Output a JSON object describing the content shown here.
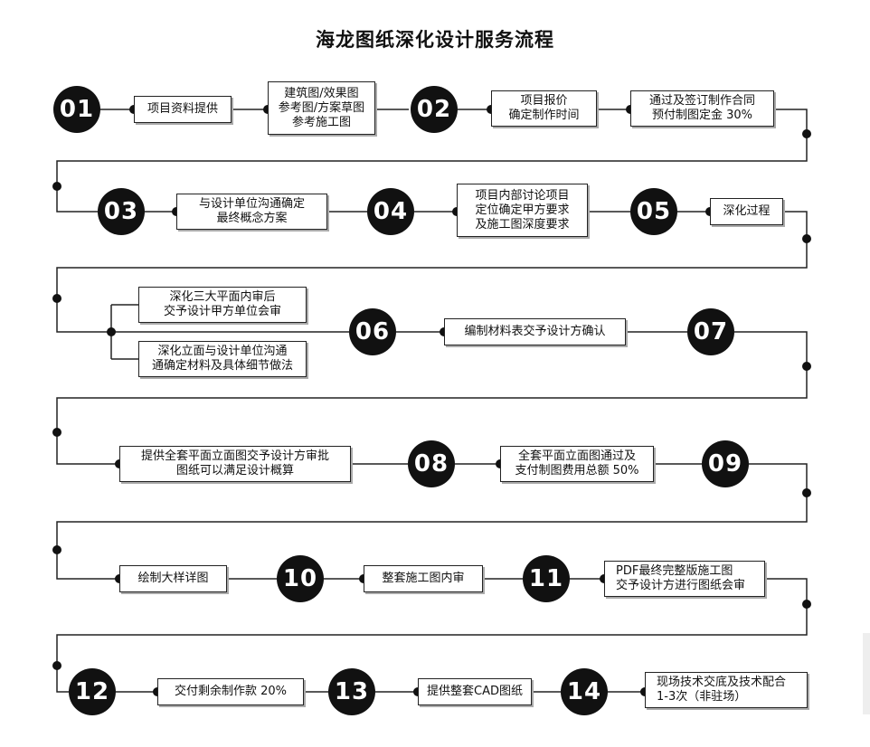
{
  "title": "海龙图纸深化设计服务流程",
  "steps": [
    {
      "num": "01",
      "label": "项目资料提供"
    },
    {
      "num": "",
      "label": "建筑图/效果图\n参考图/方案草图\n参考施工图"
    },
    {
      "num": "02",
      "label": "项目报价\n确定制作时间"
    },
    {
      "num": "",
      "label": "通过及签订制作合同\n预付制图定金 30%"
    },
    {
      "num": "03",
      "label": "与设计单位沟通确定\n最终概念方案"
    },
    {
      "num": "04",
      "label": "项目内部讨论项目\n定位确定甲方要求\n及施工图深度要求"
    },
    {
      "num": "05",
      "label": "深化过程"
    },
    {
      "num": "",
      "label": "深化三大平面内审后\n交予设计甲方单位会审"
    },
    {
      "num": "",
      "label": "深化立面与设计单位沟通\n通确定材料及具体细节做法"
    },
    {
      "num": "06",
      "label": "编制材料表交予设计方确认"
    },
    {
      "num": "07",
      "label": "提供全套平面立面图交予设计方审批\n图纸可以满足设计概算"
    },
    {
      "num": "08",
      "label": "全套平面立面图通过及\n支付制图费用总额 50%"
    },
    {
      "num": "09",
      "label": "绘制大样详图"
    },
    {
      "num": "10",
      "label": "整套施工图内审"
    },
    {
      "num": "11",
      "label": "PDF最终完整版施工图\n交予设计方进行图纸会审"
    },
    {
      "num": "12",
      "label": "交付剩余制作款 20%"
    },
    {
      "num": "13",
      "label": "提供整套CAD图纸"
    },
    {
      "num": "14",
      "label": "现场技术交底及技术配合\n1-3次（非驻场）"
    }
  ]
}
